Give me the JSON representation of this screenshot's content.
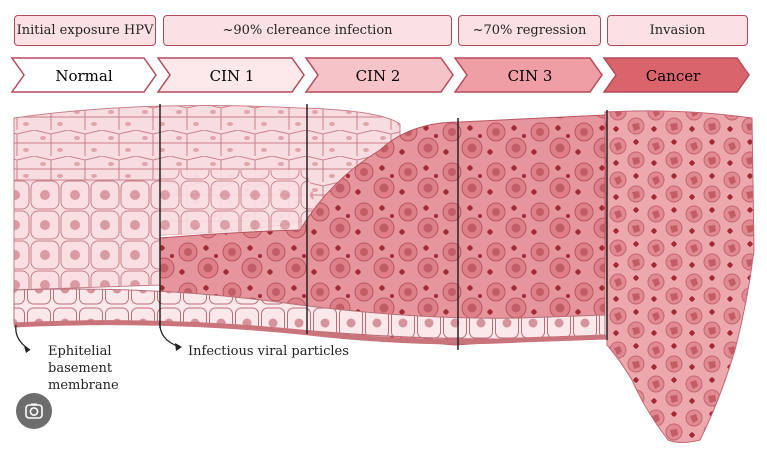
{
  "top_boxes": [
    {
      "label": "Initial exposure HPV"
    },
    {
      "label": "~90% clereance infection"
    },
    {
      "label": "~70% regression"
    },
    {
      "label": "Invasion"
    }
  ],
  "stages": [
    {
      "label": "Normal",
      "fill": "#ffffff",
      "text": "#111111"
    },
    {
      "label": "CIN 1",
      "fill": "#fde8ea",
      "text": "#111111"
    },
    {
      "label": "CIN 2",
      "fill": "#f6c4c8",
      "text": "#111111"
    },
    {
      "label": "CIN 3",
      "fill": "#ee9ea4",
      "text": "#111111"
    },
    {
      "label": "Cancer",
      "fill": "#d9646c",
      "text": "#111111"
    }
  ],
  "annotations": {
    "basement": "Ephitelial\nbasement\nmembrane",
    "viral": "Infectious viral particles"
  },
  "colors": {
    "outline": "#b34a5a",
    "tissue_light": "#f7d3d6",
    "tissue_mid": "#eba1a7",
    "tissue_dark": "#d56e76",
    "virus": "#a12a36"
  },
  "icons": {
    "lens": "lens-search-icon"
  }
}
